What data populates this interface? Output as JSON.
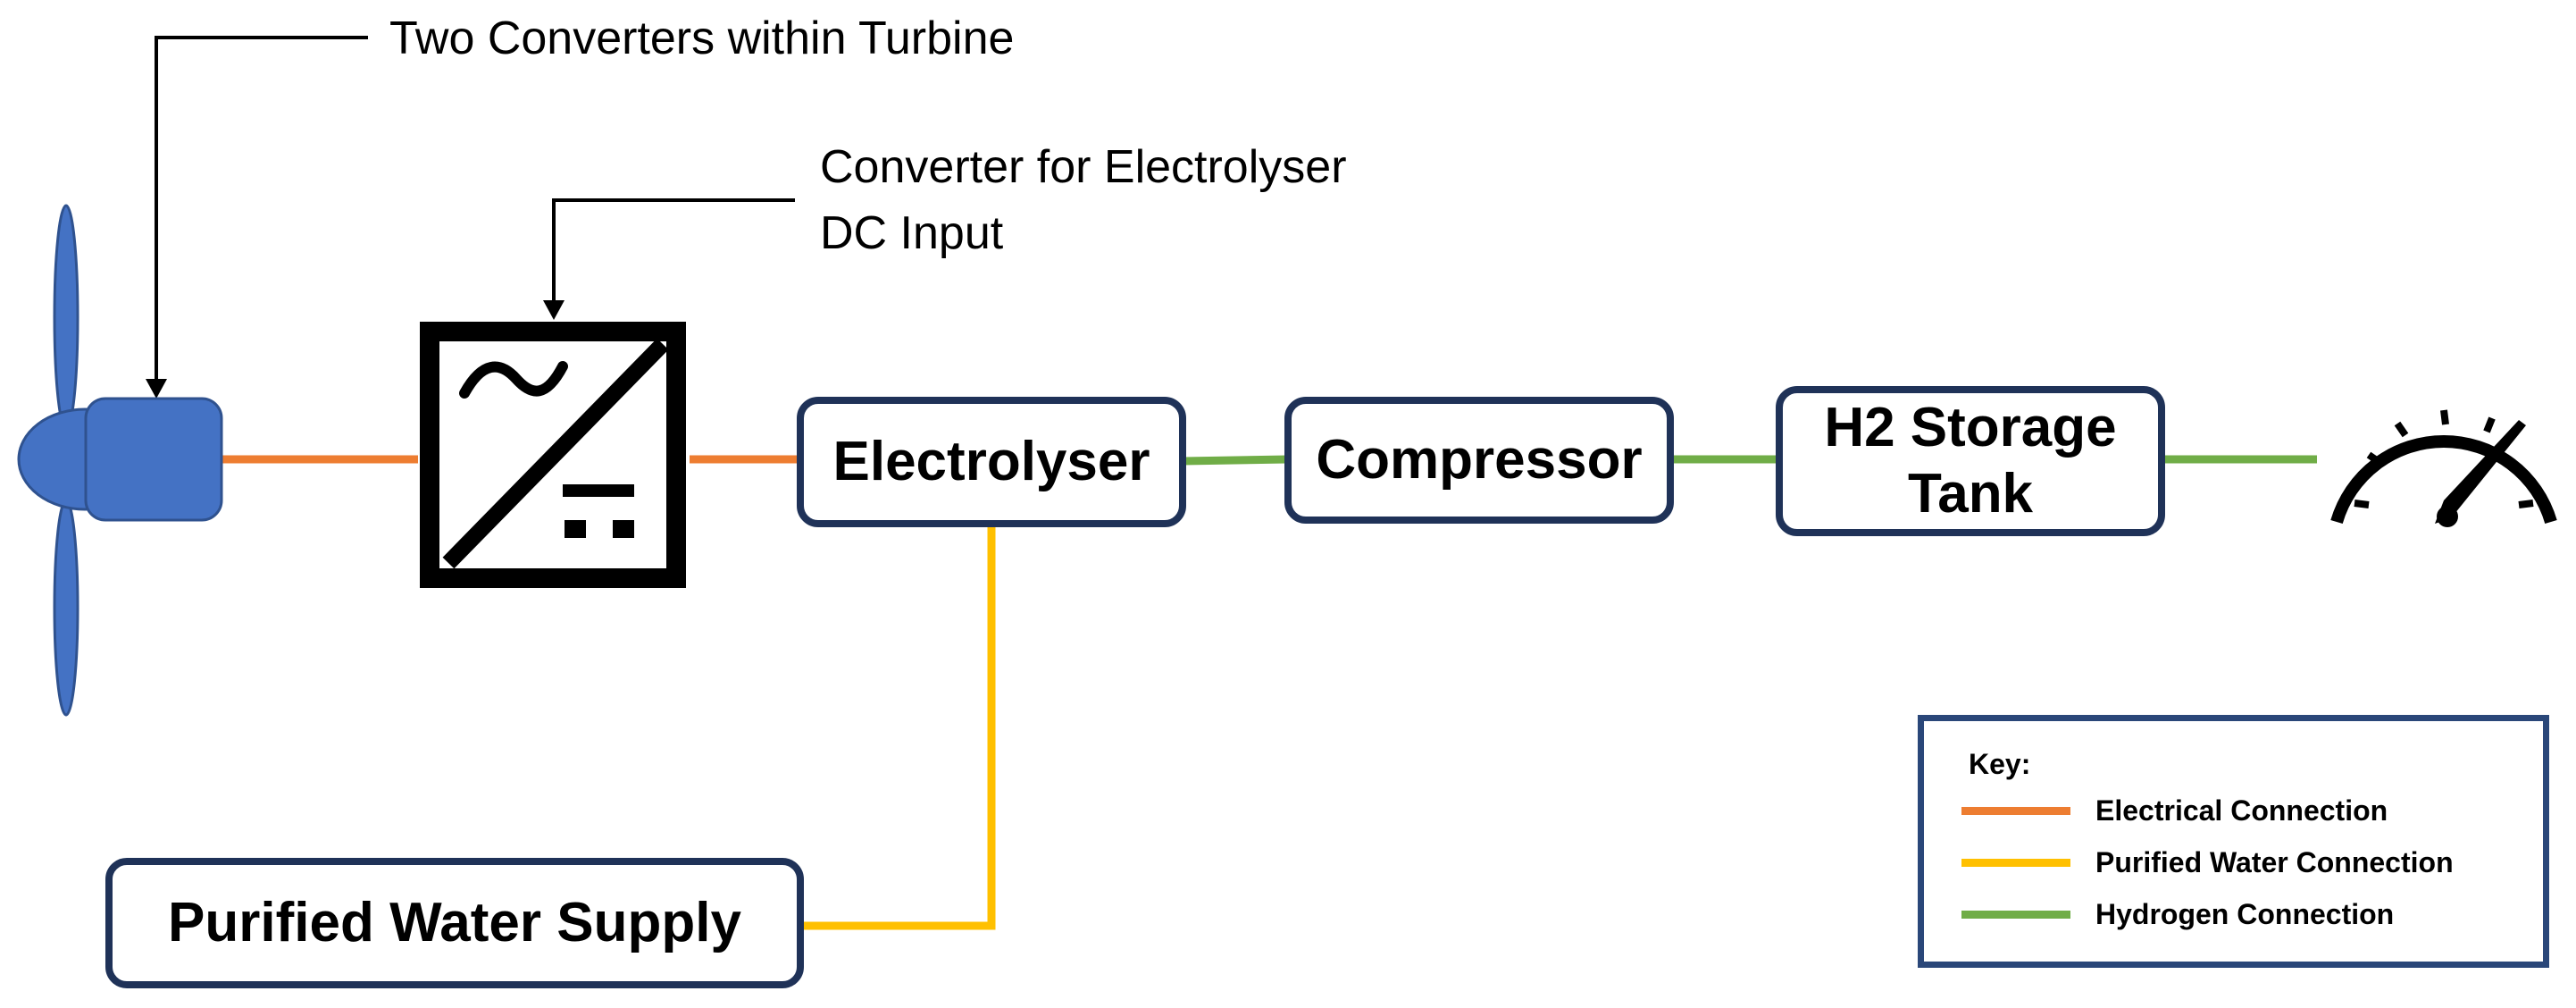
{
  "callouts": {
    "turbine_converters": "Two Converters within Turbine",
    "electrolyser_converter_line1": "Converter for Electrolyser",
    "electrolyser_converter_line2": "DC Input"
  },
  "nodes": {
    "electrolyser": "Electrolyser",
    "compressor": "Compressor",
    "storage_line1": "H2 Storage",
    "storage_line2": "Tank",
    "water_supply": "Purified Water Supply"
  },
  "icons": {
    "turbine": "wind-turbine-icon",
    "converter": "ac-dc-converter-icon",
    "gauge": "pressure-gauge-icon"
  },
  "key": {
    "title": "Key:",
    "items": [
      {
        "label": "Electrical Connection",
        "color": "#ed7d31"
      },
      {
        "label": "Purified Water Connection",
        "color": "#ffc000"
      },
      {
        "label": "Hydrogen Connection",
        "color": "#70ad47"
      }
    ]
  },
  "colors": {
    "electrical": "#ed7d31",
    "water": "#ffc000",
    "hydrogen": "#70ad47",
    "box_border": "#1f3258",
    "turbine": "#4472c4"
  }
}
